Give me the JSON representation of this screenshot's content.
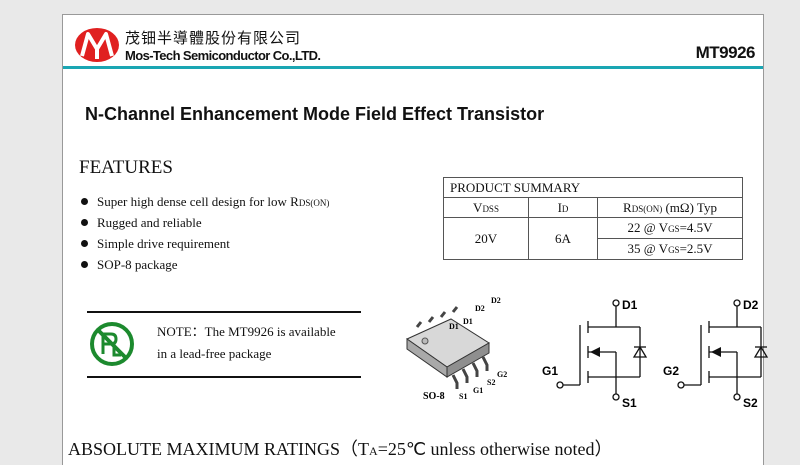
{
  "header": {
    "company_cn": "茂钿半導體股份有限公司",
    "company_en": "Mos-Tech Semiconductor Co.,LTD.",
    "part_number": "MT9926",
    "accent_color": "#1aa6b3",
    "logo_color": "#e02020"
  },
  "title": "N-Channel Enhancement Mode Field Effect Transistor",
  "features": {
    "heading": "FEATURES",
    "items": [
      {
        "text": "Super high dense cell design for low R",
        "sub": "DS(ON)"
      },
      {
        "text": "Rugged and reliable",
        "sub": ""
      },
      {
        "text": "Simple drive requirement",
        "sub": ""
      },
      {
        "text": "SOP-8 package",
        "sub": ""
      }
    ]
  },
  "product_summary": {
    "title": "PRODUCT SUMMARY",
    "col_vdss": "V",
    "col_vdss_sub": "DSS",
    "col_id": "I",
    "col_id_sub": "D",
    "col_rds_a": "R",
    "col_rds_sub": "DS(ON)",
    "col_rds_b": " (mΩ) Typ",
    "vdss_value": "20V",
    "id_value": "6A",
    "rds_row1_a": "22 @ V",
    "rds_row1_sub": "GS",
    "rds_row1_b": "=4.5V",
    "rds_row2_a": "35 @ V",
    "rds_row2_sub": "GS",
    "rds_row2_b": "=2.5V"
  },
  "note": {
    "line1": "NOTE：The MT9926 is available",
    "line2": "in a lead-free package",
    "icon": "lead-free-icon"
  },
  "package": {
    "name": "SO-8",
    "pins_top": [
      "D2",
      "D2",
      "D1",
      "D1"
    ],
    "pins_bottom": [
      "S1",
      "G1",
      "S2",
      "G2"
    ]
  },
  "mosfet1": {
    "drain": "D1",
    "gate": "G1",
    "source": "S1"
  },
  "mosfet2": {
    "drain": "D2",
    "gate": "G2",
    "source": "S2"
  },
  "abs_max": {
    "a": "ABSOLUTE MAXIMUM RATINGS（T",
    "sub": "A",
    "b": "=25℃  unless otherwise noted）"
  }
}
